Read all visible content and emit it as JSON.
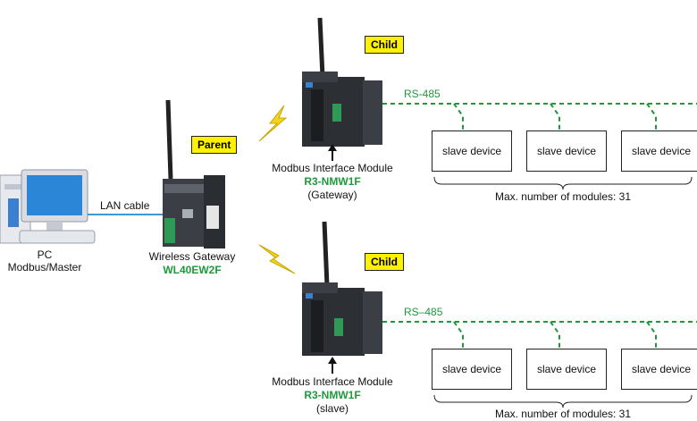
{
  "pc": {
    "label_line1": "PC",
    "label_line2": "Modbus/Master"
  },
  "lan": {
    "label": "LAN cable"
  },
  "gateway": {
    "tag": "Parent",
    "name": "Wireless Gateway",
    "model": "WL40EW2F"
  },
  "child_top": {
    "tag": "Child",
    "bus_label": "RS-485",
    "module_name": "Modbus Interface Module",
    "module_model": "R3-NMW1F",
    "module_role": "(Gateway)",
    "slaves": [
      "slave device",
      "slave device",
      "slave device"
    ],
    "max_label": "Max. number of modules: 31"
  },
  "child_bottom": {
    "tag": "Child",
    "bus_label": "RS–485",
    "module_name": "Modbus Interface Module",
    "module_model": "R3-NMW1F",
    "module_role": "(slave)",
    "slaves": [
      "slave device",
      "slave device",
      "slave device"
    ],
    "max_label": "Max. number of modules: 31"
  },
  "colors": {
    "tag_bg": "#fff200",
    "model_text": "#1e9a3c",
    "lan_line": "#3a9ad9",
    "rs485_line": "#1e9a3c",
    "lightning": "#f2d41e"
  }
}
